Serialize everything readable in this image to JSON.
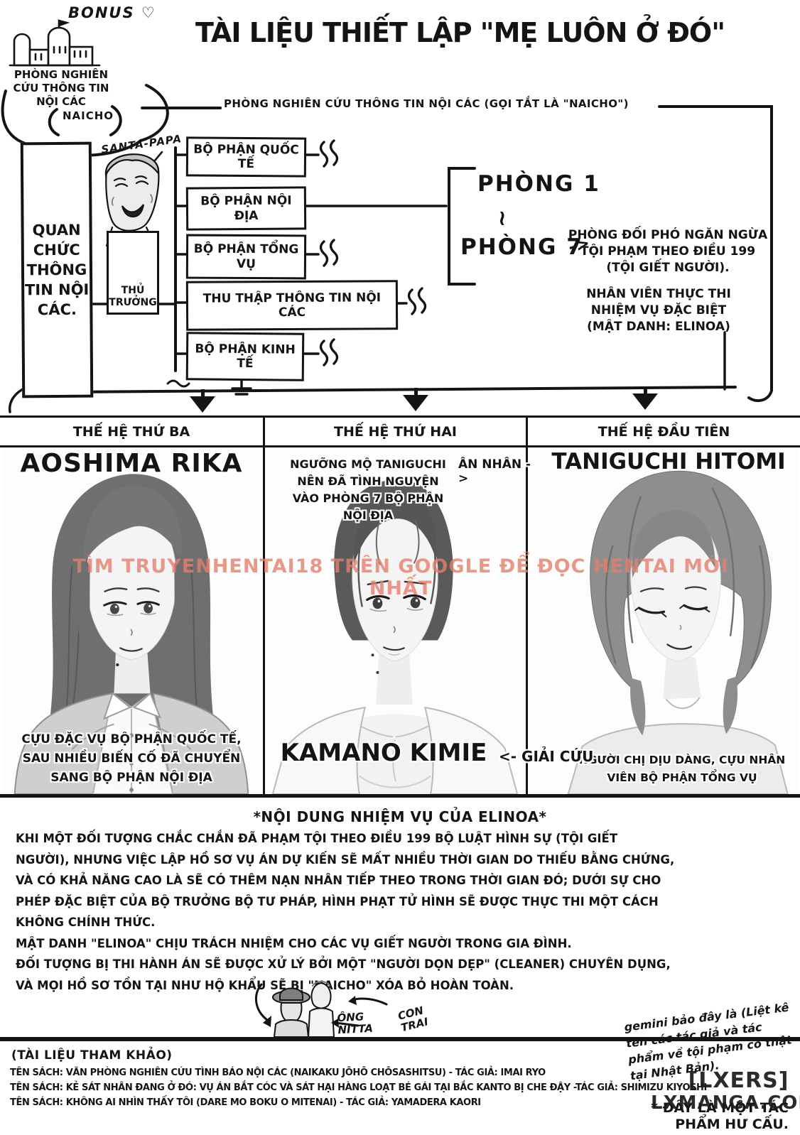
{
  "colors": {
    "ink": "#141414",
    "watermark_center": "#e57f6c",
    "paper": "#ffffff"
  },
  "page": {
    "bonus_label": "BONUS ♡",
    "title": "TÀI LIỆU THIẾT LẬP \"MẸ LUÔN Ở ĐÓ\""
  },
  "org_chart": {
    "building_caption": "PHÒNG NGHIÊN CỨU THÔNG TIN NỘI CÁC",
    "building_bubble": "NAICHO",
    "top_line_label": "PHÒNG NGHIÊN CỨU THÔNG TIN NỘI CÁC (GỌI TẮT LÀ \"NAICHO\")",
    "left_box": "QUAN CHỨC THÔNG TIN NỘI CÁC.",
    "santa_papa": "SANTA-PAPA",
    "chief_box": "THỦ TRƯỞNG",
    "departments": [
      "BỘ PHẬN QUỐC TẾ",
      "BỘ PHẬN NỘI ĐỊA",
      "BỘ PHẬN TỔNG VỤ",
      "THU THẬP THÔNG TIN NỘI CÁC",
      "BỘ PHẬN KINH TẾ"
    ],
    "room_1": "PHÒNG 1",
    "rooms_tilde": "~",
    "room_7": "PHÒNG 7",
    "room7_arrow": "->",
    "room7_note": "PHÒNG ĐỐI PHÓ NGĂN NGỪA\nTỘI PHẠM THEO ĐIỀU 199\n(TỘI GIẾT NGƯỜI).",
    "agent_note": "NHÂN VIÊN THỰC THI\nNHIỆM VỤ ĐẶC BIỆT\n(MẬT DANH: ELINOA)"
  },
  "generations": [
    {
      "header": "THẾ HỆ THỨ BA",
      "name": "AOSHIMA RIKA",
      "caption": "CỰU ĐẶC VỤ BỘ PHẬN QUỐC TẾ,\nSAU NHIỀU BIẾN CỐ ĐÃ CHUYỂN\nSANG BỘ PHẬN NỘI ĐỊA"
    },
    {
      "header": "THẾ HỆ THỨ HAI",
      "note": "NGƯỠNG MỘ TANIGUCHI\nNÊN ĐÃ TÌNH NGUYỆN\nVÀO PHÒNG 7 BỘ PHẬN\nNỘI ĐỊA",
      "name": "KAMANO KIMIE",
      "rescue_label": "<- GIẢI CỨU"
    },
    {
      "header": "THẾ HỆ ĐẦU TIÊN",
      "benefactor_label": "ÂN NHÂN ->",
      "name": "TANIGUCHI HITOMI",
      "caption": "NGƯỜI CHỊ DỊU DÀNG, CỰU NHÂN\nVIÊN BỘ PHẬN TỔNG VỤ"
    }
  ],
  "watermark_center": "TÌM TRUYENHENTAI18 TRÊN GOOGLE ĐỂ ĐỌC HENTAI MỚI NHẤT",
  "mission": {
    "heading": "*NỘI DUNG NHIỆM VỤ CỦA ELINOA*",
    "body": "KHI MỘT ĐỐI TƯỢNG CHẮC CHẮN ĐÃ PHẠM TỘI THEO ĐIỀU 199 BỘ LUẬT HÌNH SỰ (TỘI GIẾT\nNGƯỜI), NHƯNG VIỆC LẬP HỒ SƠ VỤ ÁN DỰ KIẾN SẼ MẤT NHIỀU THỜI GIAN DO THIẾU BẰNG CHỨNG,\nVÀ CÓ KHẢ NĂNG CAO LÀ SẼ CÓ THÊM NẠN NHÂN TIẾP THEO TRONG THỜI GIAN ĐÓ; DƯỚI SỰ CHO\nPHÉP ĐẶC BIỆT CỦA BỘ TRƯỞNG BỘ TƯ PHÁP, HÌNH PHẠT TỬ HÌNH SẼ ĐƯỢC THỰC THI MỘT CÁCH\nKHÔNG CHÍNH THỨC.\nMẬT DANH \"ELINOA\" CHỊU TRÁCH NHIỆM CHO CÁC VỤ GIẾT NGƯỜI TRONG GIA ĐÌNH.\nĐỐI TƯỢNG BỊ THI HÀNH ÁN SẼ ĐƯỢC XỬ LÝ BỞI MỘT \"NGƯỜI DỌN DẸP\" (CLEANER) CHUYÊN DỤNG,\nVÀ MỌI HỒ SƠ TỒN TẠI NHƯ HỘ KHẨU SẼ BỊ \"NAICHO\" XÓA BỎ HOÀN TOÀN."
  },
  "sketch": {
    "ong_nitta": "ÔNG\nNITTA",
    "con_trai": "CON\nTRAI"
  },
  "handwritten_note": "gemini bảo đây là (Liệt kê\ntên các tác giả và tác\nphẩm về tội phạm có thật\ntại Nhật Bản).",
  "references": {
    "heading": "(TÀI LIỆU THAM KHẢO)",
    "books": [
      "TÊN SÁCH: VĂN PHÒNG NGHIÊN CỨU TÌNH BÁO NỘI CÁC (NAIKAKU JŌHŌ CHŌSASHITSU) - TÁC GIẢ: IMAI RYO",
      "TÊN SÁCH: KẺ SÁT NHÂN ĐANG Ở ĐÓ: VỤ ÁN BẮT CÓC VÀ SÁT HẠI HÀNG LOẠT BÉ GÁI TẠI BẮC KANTO BỊ CHE ĐẬY -TÁC GIẢ: SHIMIZU KIYOSHI",
      "TÊN SÁCH: KHÔNG AI NHÌN THẤY TÔI (DARE MO BOKU O MITENAI) - TÁC GIẢ: YAMADERA KAORI"
    ],
    "fiction_note": "* ĐÂY LÀ MỘT TÁC\nPHẨM HƯ CẤU."
  },
  "watermark_bottom": {
    "line1": "[LXERS]",
    "line2": "LXMANGA.COM"
  }
}
